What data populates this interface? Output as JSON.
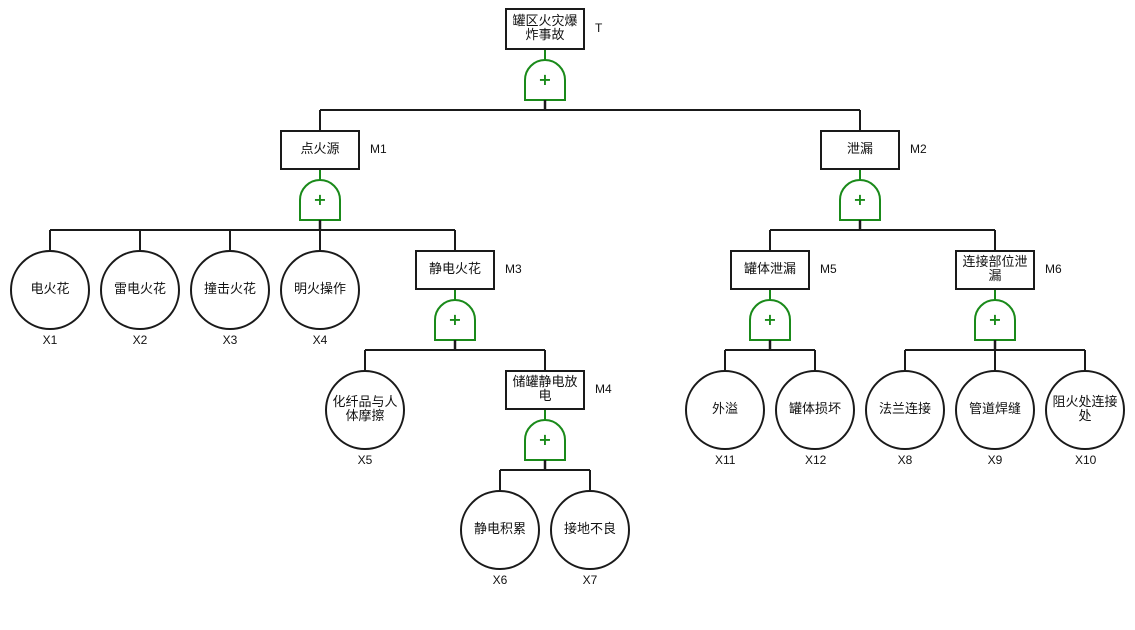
{
  "diagram": {
    "type": "fault-tree",
    "gate_color": "#1a8a1a",
    "line_color": "#1a1a1a",
    "gate_symbol": "+",
    "events": [
      {
        "id": "T",
        "label": "罐区火灾爆炸事故",
        "kind": "top",
        "gate": "OR",
        "parent": null
      },
      {
        "id": "M1",
        "label": "点火源",
        "kind": "intermediate",
        "gate": "OR",
        "parent": "T"
      },
      {
        "id": "M2",
        "label": "泄漏",
        "kind": "intermediate",
        "gate": "OR",
        "parent": "T"
      },
      {
        "id": "X1",
        "label": "电火花",
        "kind": "basic",
        "parent": "M1"
      },
      {
        "id": "X2",
        "label": "雷电火花",
        "kind": "basic",
        "parent": "M1"
      },
      {
        "id": "X3",
        "label": "撞击火花",
        "kind": "basic",
        "parent": "M1"
      },
      {
        "id": "X4",
        "label": "明火操作",
        "kind": "basic",
        "parent": "M1"
      },
      {
        "id": "M3",
        "label": "静电火花",
        "kind": "intermediate",
        "gate": "OR",
        "parent": "M1"
      },
      {
        "id": "X5",
        "label": "化纤品与人体摩擦",
        "kind": "basic",
        "parent": "M3"
      },
      {
        "id": "M4",
        "label": "储罐静电放电",
        "kind": "intermediate",
        "gate": "OR",
        "parent": "M3"
      },
      {
        "id": "X6",
        "label": "静电积累",
        "kind": "basic",
        "parent": "M4"
      },
      {
        "id": "X7",
        "label": "接地不良",
        "kind": "basic",
        "parent": "M4"
      },
      {
        "id": "M5",
        "label": "罐体泄漏",
        "kind": "intermediate",
        "gate": "OR",
        "parent": "M2"
      },
      {
        "id": "M6",
        "label": "连接部位泄漏",
        "kind": "intermediate",
        "gate": "OR",
        "parent": "M2"
      },
      {
        "id": "X11",
        "label": "外溢",
        "kind": "basic",
        "parent": "M5"
      },
      {
        "id": "X12",
        "label": "罐体损坏",
        "kind": "basic",
        "parent": "M5"
      },
      {
        "id": "X8",
        "label": "法兰连接",
        "kind": "basic",
        "parent": "M6"
      },
      {
        "id": "X9",
        "label": "管道焊缝",
        "kind": "basic",
        "parent": "M6"
      },
      {
        "id": "X10",
        "label": "阻火处连接处",
        "kind": "basic",
        "parent": "M6"
      }
    ]
  }
}
